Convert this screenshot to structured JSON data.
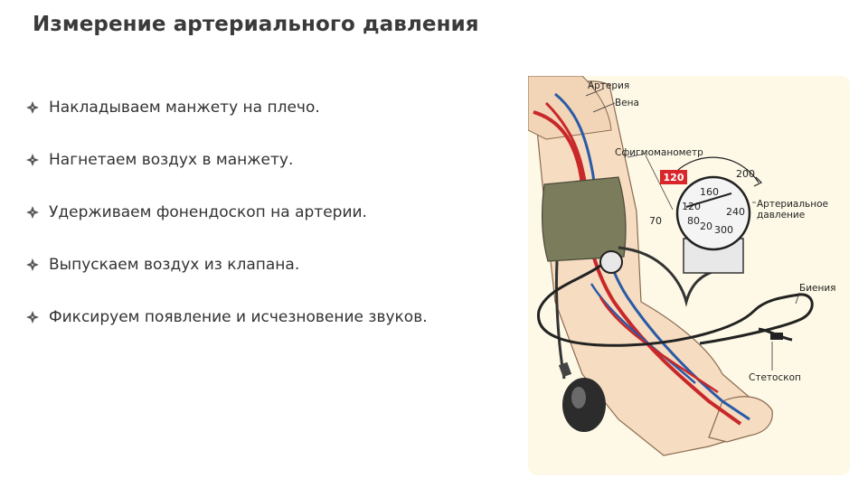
{
  "slide": {
    "title": "Измерение артериального давления",
    "bullets": [
      "Накладываем манжету на плечо.",
      "Нагнетаем воздух в манжету.",
      "Удерживаем фонендоскоп на артерии.",
      "Выпускаем воздух из клапана.",
      "Фиксируем появление и исчезновение звуков."
    ],
    "bullet_icon": "diamond-bullet-icon"
  },
  "figure": {
    "labels": {
      "artery": "Артерия",
      "vein": "Вена",
      "sphygmo": "Сфигмоманометр",
      "pressure_line1": "Артериальное",
      "pressure_line2": "давление",
      "beats": "Биения",
      "stethoscope": "Стетоскоп"
    },
    "gauge": {
      "reading": "120",
      "ticks": [
        "200",
        "160",
        "240",
        "120",
        "80",
        "70",
        "20",
        "300"
      ]
    },
    "colors": {
      "artery": "#c8282a",
      "vein": "#2a5aa8",
      "cuff": "#7a7c5c",
      "reading_bg": "#d8262b",
      "skin": "#f6dcc0"
    }
  }
}
